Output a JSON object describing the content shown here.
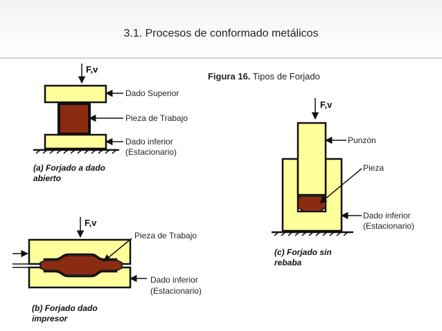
{
  "slide": {
    "title": "3.1. Procesos de conformado metálicos",
    "figure_caption_bold": "Figura 16.",
    "figure_caption_text": " Tipos de Forjado"
  },
  "diagram_a": {
    "force": "F,v",
    "label_top_die": "Dado Superior",
    "label_workpiece": "Pieza de Trabajo",
    "label_bottom_die_1": "Dado inferior",
    "label_bottom_die_2": "(Estacionario)",
    "caption_1": "(a) Forjado a dado",
    "caption_2": "abierto"
  },
  "diagram_b": {
    "force": "F,v",
    "label_workpiece": "Pieza de Trabajo",
    "label_bottom_die_1": "Dado inferior",
    "label_bottom_die_2": "(Estacionario)",
    "caption_1": "(b) Forjado dado",
    "caption_2": "impresor"
  },
  "diagram_c": {
    "force": "F,v",
    "label_punch": "Punzón",
    "label_piece": "Pieza",
    "label_bottom_die_1": "Dado inferior",
    "label_bottom_die_2": "(Estacionario)",
    "caption_1": "(c) Forjado sin",
    "caption_2": "rebaba"
  },
  "colors": {
    "die": "#ffff9c",
    "workpiece": "#8b2c12",
    "outline": "#111111"
  }
}
